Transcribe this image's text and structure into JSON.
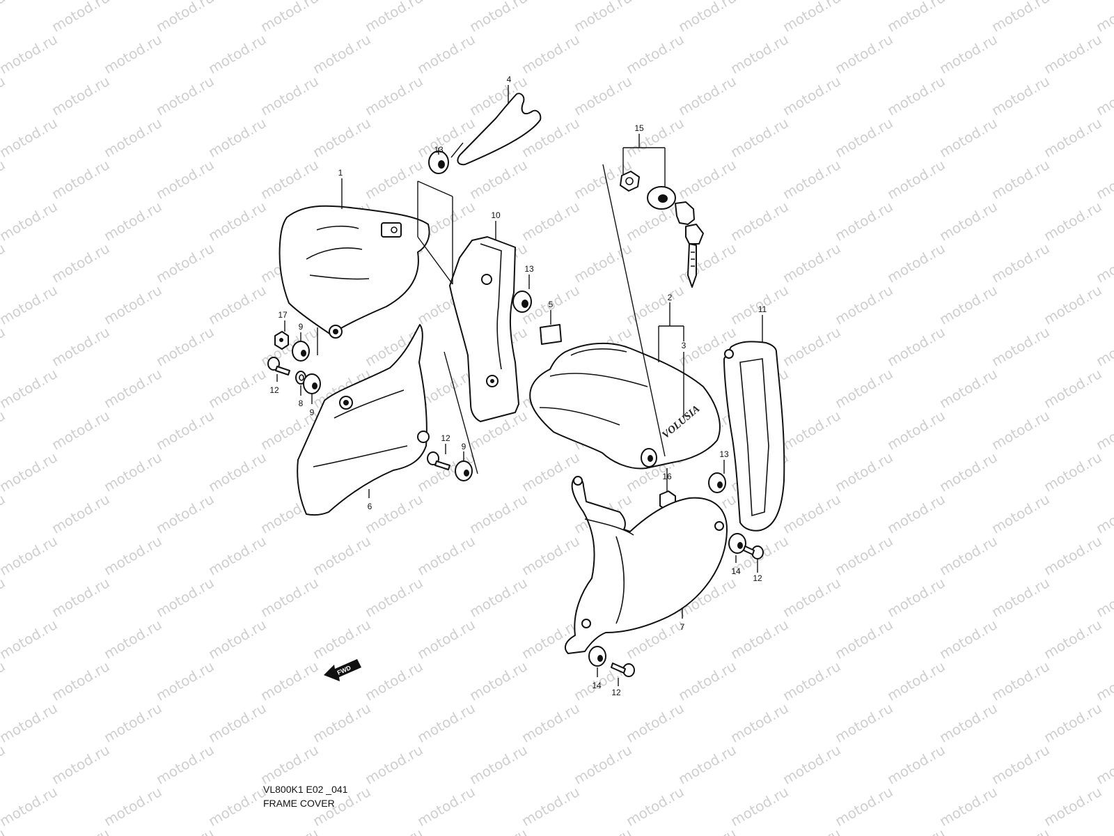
{
  "watermark": {
    "text": "motod.ru"
  },
  "diagram": {
    "model_code": "VL800K1 E02 _041",
    "section_title": "FRAME COVER",
    "brand_mark": "VOLUSIA",
    "direction_marker": "FWD",
    "callouts": [
      {
        "id": "c1",
        "label": "1"
      },
      {
        "id": "c2",
        "label": "2"
      },
      {
        "id": "c3",
        "label": "3"
      },
      {
        "id": "c4",
        "label": "4"
      },
      {
        "id": "c5",
        "label": "5"
      },
      {
        "id": "c6",
        "label": "6"
      },
      {
        "id": "c7",
        "label": "7"
      },
      {
        "id": "c8",
        "label": "8"
      },
      {
        "id": "c9a",
        "label": "9"
      },
      {
        "id": "c9b",
        "label": "9"
      },
      {
        "id": "c9c",
        "label": "9"
      },
      {
        "id": "c10",
        "label": "10"
      },
      {
        "id": "c11",
        "label": "11"
      },
      {
        "id": "c12a",
        "label": "12"
      },
      {
        "id": "c12b",
        "label": "12"
      },
      {
        "id": "c12c",
        "label": "12"
      },
      {
        "id": "c12d",
        "label": "12"
      },
      {
        "id": "c13a",
        "label": "13"
      },
      {
        "id": "c13b",
        "label": "13"
      },
      {
        "id": "c13c",
        "label": "13"
      },
      {
        "id": "c14a",
        "label": "14"
      },
      {
        "id": "c14b",
        "label": "14"
      },
      {
        "id": "c15",
        "label": "15"
      },
      {
        "id": "c16",
        "label": "16"
      },
      {
        "id": "c17",
        "label": "17"
      }
    ]
  }
}
